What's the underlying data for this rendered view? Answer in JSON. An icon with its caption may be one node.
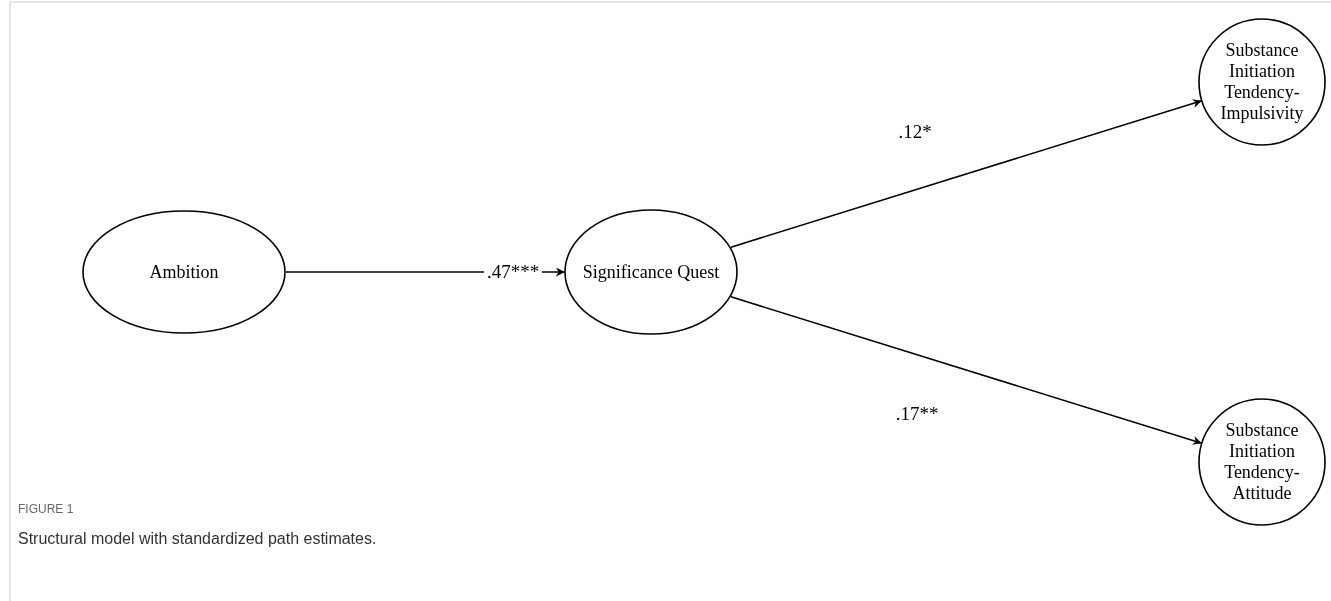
{
  "diagram": {
    "title": "FIGURE 1",
    "caption": "Structural model with standardized path estimates.",
    "nodes": [
      {
        "text": [
          "Ambition"
        ]
      },
      {
        "text": [
          "Significance Quest"
        ]
      },
      {
        "text": [
          "Substance Initiation Tendency-Impulsivity"
        ]
      },
      {
        "text": [
          "Substance Initiation Tendency-Attitude"
        ]
      }
    ],
    "edges": [
      {
        "from": 0,
        "to": 1,
        "arrow": "to",
        "label": ".47***"
      },
      {
        "from": 1,
        "to": 2,
        "arrow": "to",
        "label": ".12*"
      },
      {
        "from": 1,
        "to": 3,
        "arrow": "to",
        "label": ".17**"
      }
    ]
  }
}
